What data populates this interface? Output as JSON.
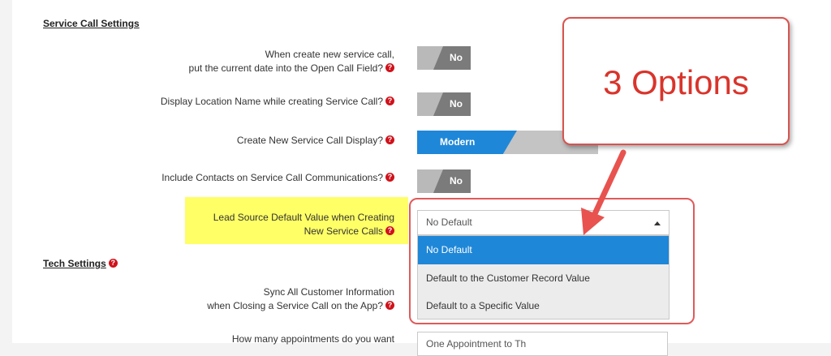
{
  "service_call_settings": {
    "title": "Service Call Settings",
    "rows": {
      "open_call_date": {
        "label_line1": "When create new service call,",
        "label_line2": "put the current date into the Open Call Field?",
        "value": "No"
      },
      "location_name": {
        "label": "Display Location Name while creating Service Call?",
        "value": "No"
      },
      "new_call_display": {
        "label": "Create New Service Call Display?",
        "value": "Modern"
      },
      "include_contacts": {
        "label": "Include Contacts on Service Call Communications?",
        "value": "No"
      },
      "lead_source": {
        "label_line1": "Lead Source Default Value when Creating",
        "label_line2": "New Service Calls",
        "selected": "No Default",
        "options": [
          "No Default",
          "Default to the Customer Record Value",
          "Default to a Specific Value"
        ]
      }
    }
  },
  "tech_settings": {
    "title": "Tech Settings",
    "rows": {
      "sync_customer": {
        "label_line1": "Sync All Customer Information",
        "label_line2": "when Closing a Service Call on the App?"
      },
      "appointments": {
        "label": "How many appointments do you want",
        "value": "One Appointment to Th"
      }
    }
  },
  "help_icon": "question-circle-icon",
  "help_glyph": "?",
  "annotation": {
    "text": "3 Options",
    "color": "#d9342b"
  },
  "colors": {
    "accent_blue": "#1f87d8",
    "toggle_gray": "#7b7b7b",
    "highlight_yellow": "#ffff66",
    "annotation_red": "#e05a5a"
  }
}
